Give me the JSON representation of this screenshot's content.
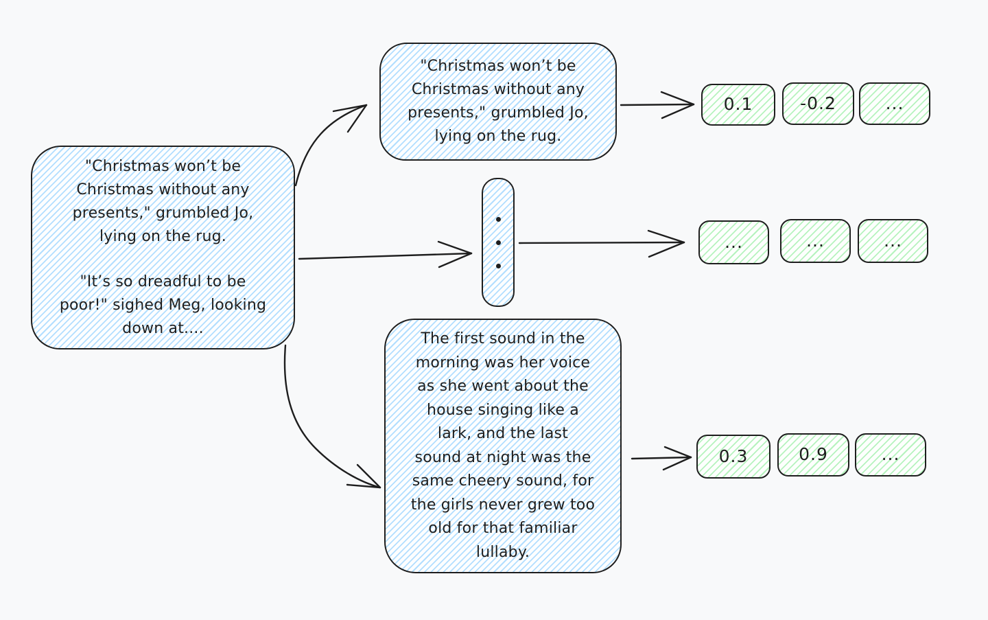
{
  "colors": {
    "background": "#f8f9fa",
    "stroke": "#1e1e1e",
    "chunk_hatch_blue": "#a5d8ff",
    "embedding_hatch_green": "#b2f2bb"
  },
  "document": {
    "paragraph1": "\"Christmas won’t be\nChristmas without any\npresents,\" grumbled Jo,\nlying on the rug.",
    "paragraph2": "\"It’s so dreadful to be\npoor!\" sighed Meg, looking\ndown at...."
  },
  "chunks": {
    "first": "\"Christmas won’t be\nChristmas without any\npresents,\" grumbled Jo,\nlying on the rug.",
    "last": "The first sound in the\nmorning was her voice\nas she went about the\nhouse singing like a\nlark, and the last\nsound at night was the\nsame cheery sound, for\nthe girls never grew too\nold for that familiar\nlullaby."
  },
  "embeddings": {
    "row1": [
      "0.1",
      "-0.2",
      "..."
    ],
    "row2": [
      "...",
      "...",
      "..."
    ],
    "row3": [
      "0.3",
      "0.9",
      "..."
    ]
  }
}
